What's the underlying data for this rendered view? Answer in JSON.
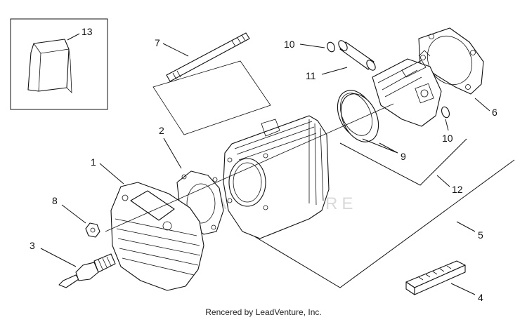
{
  "callouts": {
    "c1": "1",
    "c2": "2",
    "c3": "3",
    "c4": "4",
    "c5": "5",
    "c6": "6",
    "c7": "7",
    "c8": "8",
    "c9": "9",
    "c10a": "10",
    "c10b": "10",
    "c11": "11",
    "c12": "12",
    "c13": "13"
  },
  "watermark": "LEADVENTURE",
  "footer": "Rencered by LeadVenture, Inc."
}
